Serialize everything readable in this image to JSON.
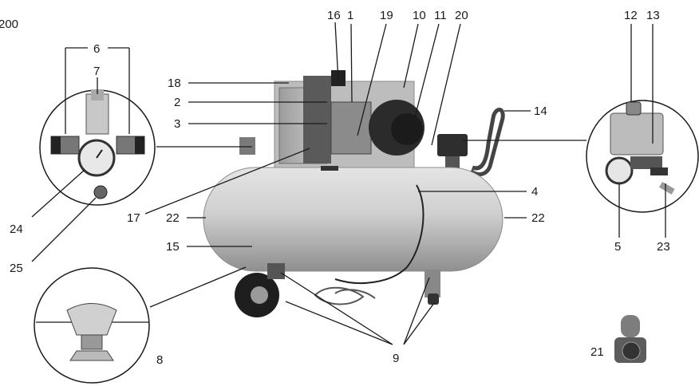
{
  "diagram": {
    "corner_label": "200",
    "callouts": {
      "c1": "1",
      "c2": "2",
      "c3": "3",
      "c4": "4",
      "c5": "5",
      "c6": "6",
      "c7": "7",
      "c8": "8",
      "c9": "9",
      "c10": "10",
      "c11": "11",
      "c12": "12",
      "c13": "13",
      "c14": "14",
      "c15": "15",
      "c16": "16",
      "c17": "17",
      "c18": "18",
      "c19": "19",
      "c20": "20",
      "c21": "21",
      "c22": "22",
      "c23": "23",
      "c24": "24",
      "c25": "25"
    },
    "colors": {
      "tank": "#c9c9c9",
      "tank_shadow": "#9a9a9a",
      "machine_dark": "#2a2a2a",
      "line": "#1a1a1a"
    }
  }
}
